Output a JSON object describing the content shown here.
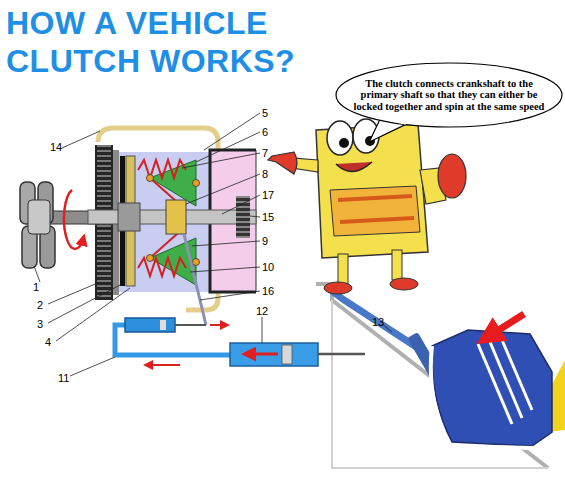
{
  "diagram": {
    "title": "HOW A VEHICLE CLUTCH WORKS?",
    "nodes": [
      {
        "text": [
          "The clutch connects crankshaft to the primary shaft so that they can either be locked together and spin at the same speed"
        ]
      }
    ],
    "labels": [
      "14",
      "5",
      "6",
      "7",
      "8",
      "17",
      "15",
      "9",
      "1",
      "10",
      "2",
      "16",
      "12",
      "3",
      "13",
      "4",
      "11"
    ]
  }
}
